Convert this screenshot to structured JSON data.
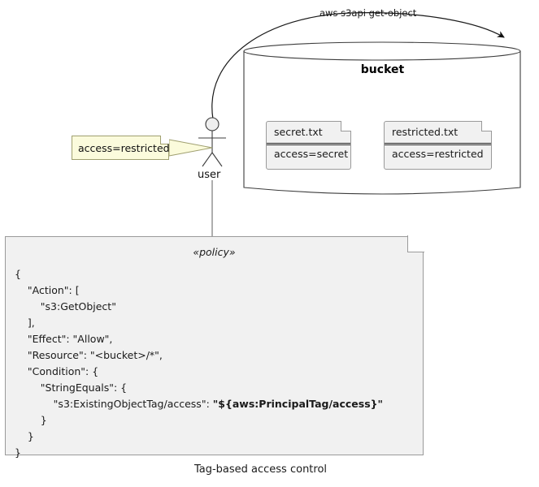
{
  "diagram": {
    "caption": "Tag-based access control",
    "colors": {
      "note_fill": "#FBFBDC",
      "note_border": "#A0A070",
      "box_fill": "#F1F1F1",
      "box_border": "#9A9A9A",
      "line": "#262626",
      "actor_head_fill": "#EFEFEF"
    }
  },
  "flow": {
    "arrow_label": "aws s3api get-object"
  },
  "actor": {
    "label": "user",
    "note": "access=restricted"
  },
  "bucket": {
    "title": "bucket",
    "artifacts": [
      {
        "name": "secret.txt",
        "tag": "access=secret"
      },
      {
        "name": "restricted.txt",
        "tag": "access=restricted"
      }
    ]
  },
  "policy": {
    "stereotype": "«policy»",
    "lines": [
      {
        "text": "{",
        "bold_tail": ""
      },
      {
        "text": "    \"Action\": [",
        "bold_tail": ""
      },
      {
        "text": "        \"s3:GetObject\"",
        "bold_tail": ""
      },
      {
        "text": "    ],",
        "bold_tail": ""
      },
      {
        "text": "    \"Effect\": \"Allow\",",
        "bold_tail": ""
      },
      {
        "text": "    \"Resource\": \"<bucket>/*\",",
        "bold_tail": ""
      },
      {
        "text": "    \"Condition\": {",
        "bold_tail": ""
      },
      {
        "text": "        \"StringEquals\": {",
        "bold_tail": ""
      },
      {
        "text": "            \"s3:ExistingObjectTag/access\": ",
        "bold_tail": "\"${aws:PrincipalTag/access}\""
      },
      {
        "text": "        }",
        "bold_tail": ""
      },
      {
        "text": "    }",
        "bold_tail": ""
      },
      {
        "text": "}",
        "bold_tail": ""
      }
    ]
  }
}
